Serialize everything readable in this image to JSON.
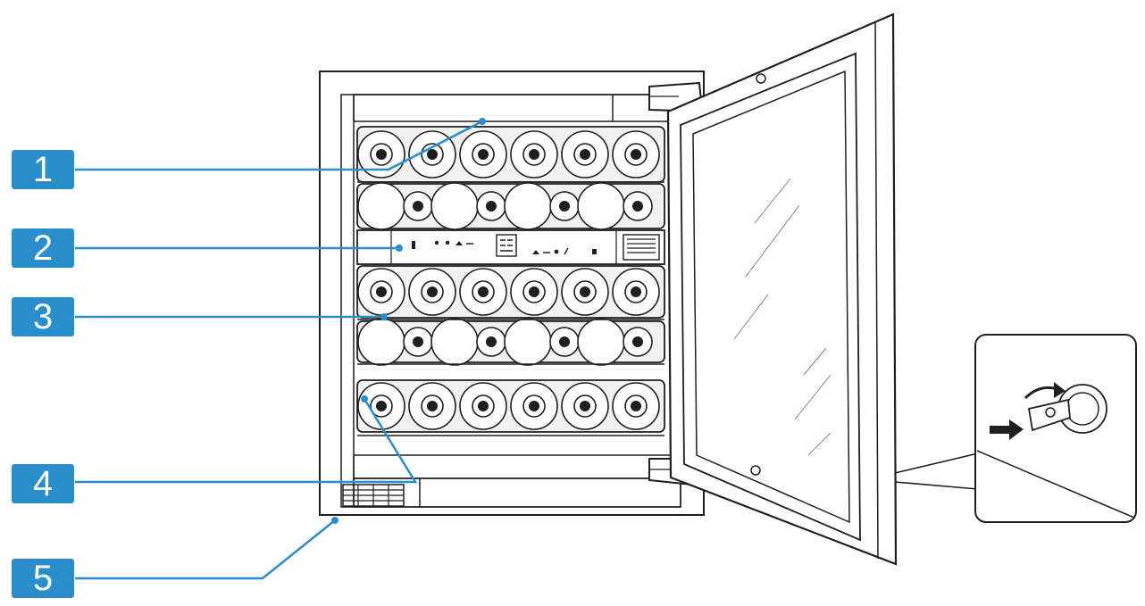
{
  "colors": {
    "callout": "#2a8ecb",
    "line": "#1f1f1f",
    "fill": "#ffffff",
    "shelf": "#f1f1f1"
  },
  "callouts": [
    {
      "id": "1",
      "label": "1"
    },
    {
      "id": "2",
      "label": "2"
    },
    {
      "id": "3",
      "label": "3"
    },
    {
      "id": "4",
      "label": "4"
    },
    {
      "id": "5",
      "label": "5"
    }
  ],
  "icons": [
    "key-icon",
    "rotate-arrow-icon",
    "push-arrow-icon",
    "lock-cylinder-icon"
  ]
}
